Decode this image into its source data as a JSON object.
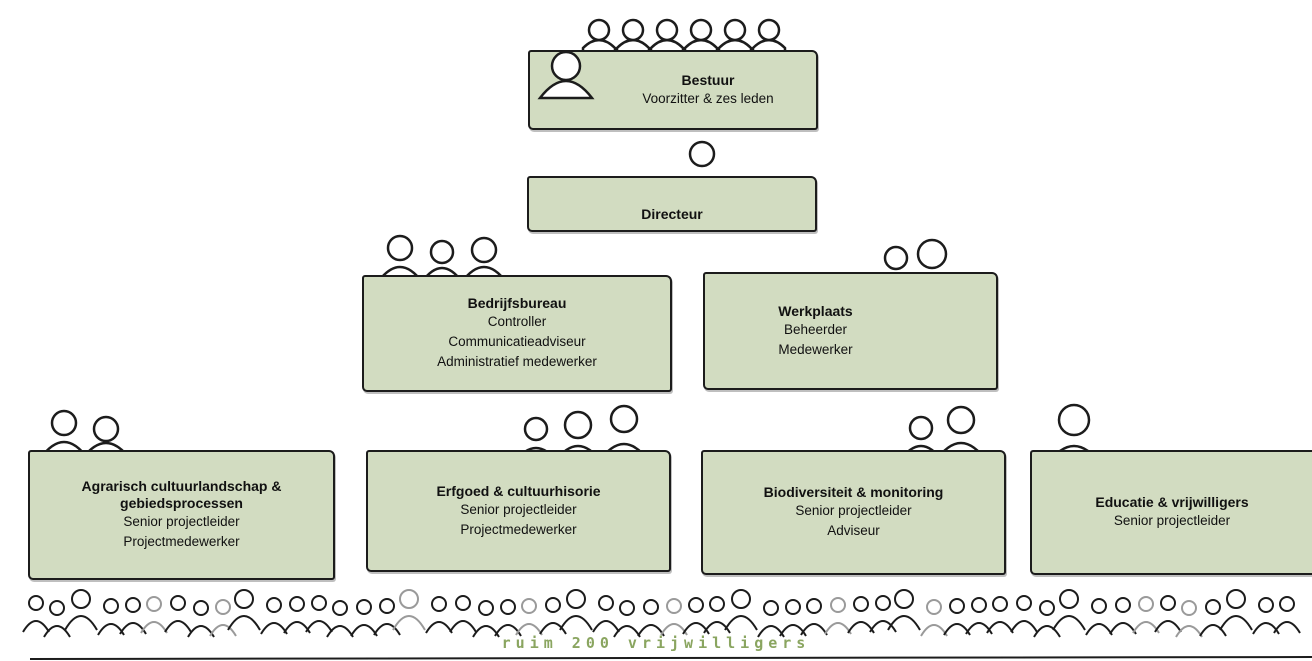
{
  "boxes": {
    "bestuur": {
      "title": "Bestuur",
      "lines": [
        "Voorzitter & zes leden"
      ]
    },
    "directeur": {
      "title": "Directeur"
    },
    "bedrijfsbureau": {
      "title": "Bedrijfsbureau",
      "lines": [
        "Controller",
        "Communicatieadviseur",
        "Administratief medewerker"
      ]
    },
    "werkplaats": {
      "title": "Werkplaats",
      "lines": [
        "Beheerder",
        "Medewerker"
      ]
    },
    "agrarisch": {
      "title_line1": "Agrarisch cultuurlandschap &",
      "title_line2": "gebiedsprocessen",
      "lines": [
        "Senior projectleider",
        "Projectmedewerker"
      ]
    },
    "erfgoed": {
      "title": "Erfgoed & cultuurhisorie",
      "lines": [
        "Senior projectleider",
        "Projectmedewerker"
      ]
    },
    "biodiversiteit": {
      "title": "Biodiversiteit & monitoring",
      "lines": [
        "Senior projectleider",
        "Adviseur"
      ]
    },
    "educatie": {
      "title": "Educatie & vrijwilligers",
      "lines": [
        "Senior projectleider"
      ]
    }
  },
  "footer": {
    "volunteers": "ruim 200 vrijwilligers"
  },
  "colors": {
    "box_fill": "#d2dcc1",
    "outline": "#1c1c1c",
    "footer_text": "#8aa560"
  }
}
